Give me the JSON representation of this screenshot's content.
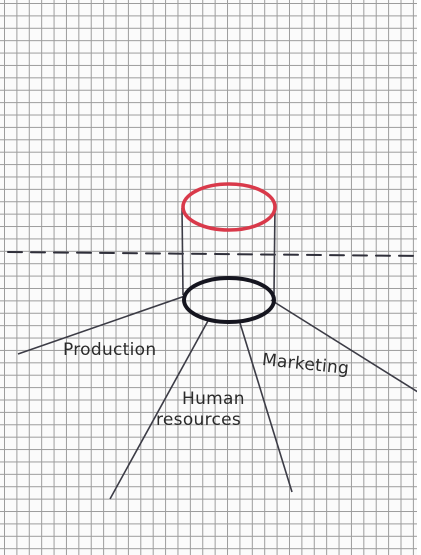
{
  "labels": {
    "production": "Production",
    "marketing": "Marketing",
    "human_resources_line1": "Human",
    "human_resources_line2": "resources"
  },
  "colors": {
    "grid": "#9c9c9c",
    "paper": "#fbfbfb",
    "top_ellipse": "#d9394a",
    "bottom_ellipse": "#15151f",
    "lines": "#3c3c46",
    "text": "#2b2b2b"
  }
}
